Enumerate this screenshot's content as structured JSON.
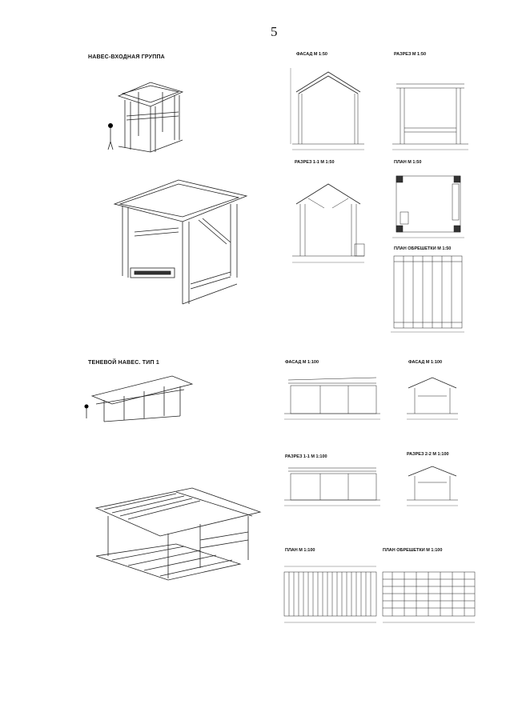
{
  "page": {
    "number": "5"
  },
  "section1": {
    "title": "НАВЕС-ВХОДНАЯ ГРУППА",
    "drawings": [
      {
        "id": "facade",
        "label": "ФАСАД М 1:50"
      },
      {
        "id": "section",
        "label": "РАЗРЕЗ М 1:50"
      },
      {
        "id": "section11",
        "label": "РАЗРЕЗ 1-1 М 1:50"
      },
      {
        "id": "plan",
        "label": "ПЛАН М 1:50"
      },
      {
        "id": "lathing",
        "label": "ПЛАН ОБРЕШЕТКИ М 1:50"
      }
    ]
  },
  "section2": {
    "title": "ТЕНЕВОЙ НАВЕС. ТИП 1",
    "drawings": [
      {
        "id": "facade-a",
        "label": "ФАСАД М 1:100"
      },
      {
        "id": "facade-b",
        "label": "ФАСАД М 1:100"
      },
      {
        "id": "section11",
        "label": "РАЗРЕЗ 1-1 М 1:100"
      },
      {
        "id": "section22",
        "label": "РАЗРЕЗ 2-2 М 1:100"
      },
      {
        "id": "plan",
        "label": "ПЛАН М 1:100"
      },
      {
        "id": "lathing",
        "label": "ПЛАН ОБРЕШЕТКИ М 1:100"
      }
    ]
  }
}
